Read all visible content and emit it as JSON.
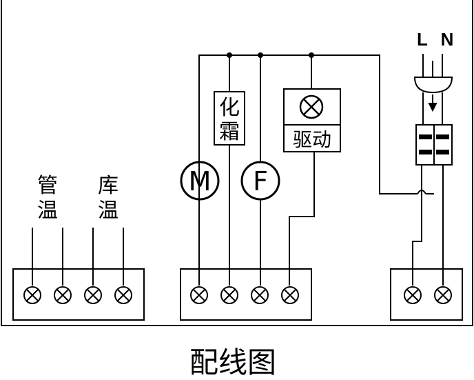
{
  "labels": {
    "pipe_temp_1": "管",
    "pipe_temp_2": "温",
    "store_temp_1": "库",
    "store_temp_2": "温",
    "defrost_1": "化",
    "defrost_2": "霜",
    "drive": "驱动",
    "motor": "M",
    "fan": "F",
    "live": "L",
    "neutral": "N",
    "caption": "配线图"
  },
  "colors": {
    "line": "#000000",
    "background": "#ffffff"
  },
  "icons": {
    "terminal": "terminal-x-icon",
    "lamp": "indicator-lamp-icon",
    "plug": "power-plug-icon"
  }
}
